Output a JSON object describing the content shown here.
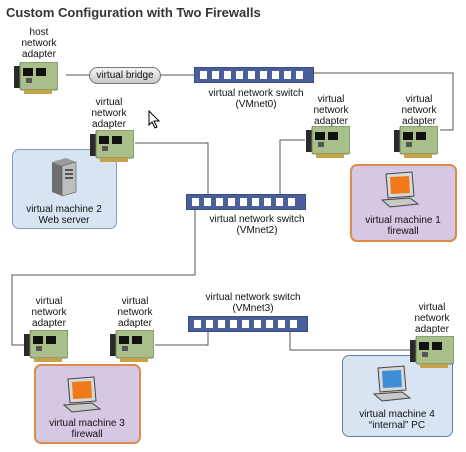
{
  "title": "Custom Configuration with Two Firewalls",
  "bridge_label": "virtual bridge",
  "adapters": {
    "host": "host\nnetwork\nadapter",
    "vm2": "virtual\nnetwork\nadapter",
    "vm1a": "virtual\nnetwork\nadapter",
    "vm1b": "virtual\nnetwork\nadapter",
    "vm3a": "virtual\nnetwork\nadapter",
    "vm3b": "virtual\nnetwork\nadapter",
    "vm4": "virtual\nnetwork\nadapter"
  },
  "switches": {
    "vmnet0": "virtual network switch\n(VMnet0)",
    "vmnet2": "virtual network switch\n(VMnet2)",
    "vmnet3": "virtual network switch\n(VMnet3)"
  },
  "machines": {
    "vm2": "virtual machine 2\nWeb server",
    "vm1": "virtual machine 1\nfirewall",
    "vm3": "virtual machine 3\nfirewall",
    "vm4": "virtual machine 4\n“internal” PC"
  },
  "colors": {
    "wire": "#555555",
    "switch_blue": "#4a5f9a",
    "nic_green": "#a9bf8a",
    "monitor_orange": "#f07a1a",
    "monitor_blue": "#3c8fd6"
  }
}
